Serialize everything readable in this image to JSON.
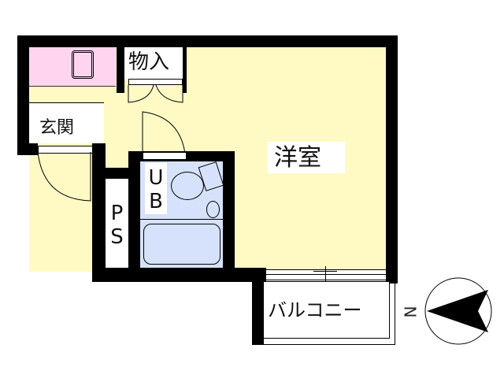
{
  "floor_plan": {
    "rooms": {
      "western_room": "洋室",
      "storage": "物入",
      "entrance": "玄関",
      "unit_bath": [
        "U",
        "B"
      ],
      "pipe_space": [
        "P",
        "S"
      ],
      "balcony": "バルコニー"
    },
    "compass": {
      "label": "N",
      "direction": "left"
    },
    "colors": {
      "wall": "#000000",
      "room_floor": "#fffac4",
      "kitchen": "#ffd4ef",
      "bathroom": "#d6e2fb",
      "background": "#ffffff"
    }
  }
}
